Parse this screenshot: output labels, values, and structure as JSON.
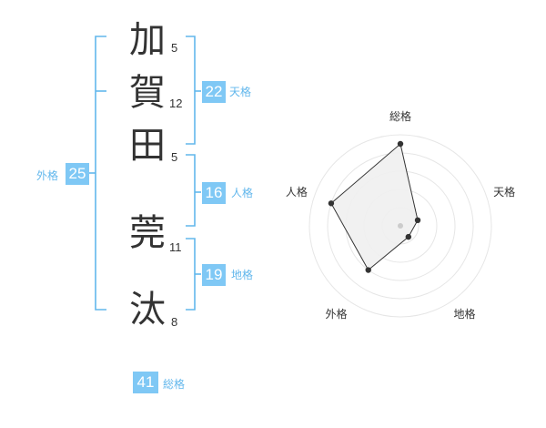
{
  "colors": {
    "accent": "#7fc8f5",
    "bracket": "#62b7ec",
    "text": "#333333",
    "grid": "#e6e6e6",
    "radar_fill": "#f0f0f0"
  },
  "name": {
    "characters": [
      {
        "char": "加",
        "strokes": "5"
      },
      {
        "char": "賀",
        "strokes": "12"
      },
      {
        "char": "田",
        "strokes": "5"
      },
      {
        "char": "莞",
        "strokes": "11"
      },
      {
        "char": "汰",
        "strokes": "8"
      }
    ]
  },
  "fortunes": {
    "tenkaku": {
      "value": "22",
      "label": "天格"
    },
    "jinkaku": {
      "value": "16",
      "label": "人格"
    },
    "chikaku": {
      "value": "19",
      "label": "地格"
    },
    "gaikaku": {
      "value": "25",
      "label": "外格"
    },
    "soukaku": {
      "value": "41",
      "label": "総格"
    }
  },
  "chart_data": {
    "type": "radar",
    "axes": [
      "総格",
      "天格",
      "地格",
      "外格",
      "人格"
    ],
    "values": [
      0.9,
      0.2,
      0.15,
      0.6,
      0.8
    ],
    "max": 1,
    "rings": 5
  }
}
